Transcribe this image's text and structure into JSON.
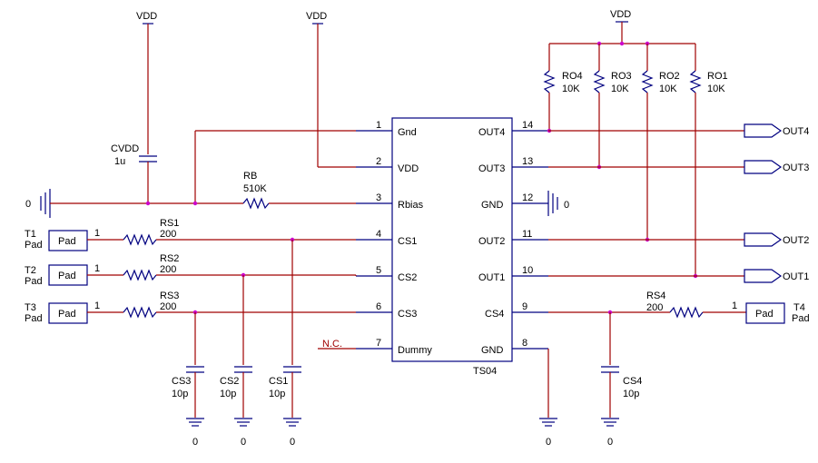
{
  "power": {
    "vdd1": "VDD",
    "vdd2": "VDD",
    "vdd3": "VDD"
  },
  "ic": {
    "name": "TS04",
    "left_pins": [
      {
        "num": "1",
        "label": "Gnd"
      },
      {
        "num": "2",
        "label": "VDD"
      },
      {
        "num": "3",
        "label": "Rbias"
      },
      {
        "num": "4",
        "label": "CS1"
      },
      {
        "num": "5",
        "label": "CS2"
      },
      {
        "num": "6",
        "label": "CS3"
      },
      {
        "num": "7",
        "label": "Dummy"
      }
    ],
    "right_pins": [
      {
        "num": "14",
        "label": "OUT4"
      },
      {
        "num": "13",
        "label": "OUT3"
      },
      {
        "num": "12",
        "label": "GND"
      },
      {
        "num": "11",
        "label": "OUT2"
      },
      {
        "num": "10",
        "label": "OUT1"
      },
      {
        "num": "9",
        "label": "CS4"
      },
      {
        "num": "8",
        "label": "GND"
      }
    ]
  },
  "components": {
    "cvdd": {
      "name": "CVDD",
      "value": "1u"
    },
    "rb": {
      "name": "RB",
      "value": "510K"
    },
    "rs1": {
      "name": "RS1",
      "value": "200"
    },
    "rs2": {
      "name": "RS2",
      "value": "200"
    },
    "rs3": {
      "name": "RS3",
      "value": "200"
    },
    "rs4": {
      "name": "RS4",
      "value": "200"
    },
    "cs1": {
      "name": "CS1",
      "value": "10p"
    },
    "cs2": {
      "name": "CS2",
      "value": "10p"
    },
    "cs3": {
      "name": "CS3",
      "value": "10p"
    },
    "cs4": {
      "name": "CS4",
      "value": "10p"
    },
    "ro1": {
      "name": "RO1",
      "value": "10K"
    },
    "ro2": {
      "name": "RO2",
      "value": "10K"
    },
    "ro3": {
      "name": "RO3",
      "value": "10K"
    },
    "ro4": {
      "name": "RO4",
      "value": "10K"
    }
  },
  "pads": {
    "t1": {
      "name": "T1",
      "sub": "Pad",
      "box": "Pad",
      "pin": "1"
    },
    "t2": {
      "name": "T2",
      "sub": "Pad",
      "box": "Pad",
      "pin": "1"
    },
    "t3": {
      "name": "T3",
      "sub": "Pad",
      "box": "Pad",
      "pin": "1"
    },
    "t4": {
      "name": "T4",
      "sub": "Pad",
      "box": "Pad",
      "pin": "1"
    }
  },
  "outputs": {
    "out4": "OUT4",
    "out3": "OUT3",
    "out2": "OUT2",
    "out1": "OUT1"
  },
  "labels": {
    "nc": "N.C.",
    "gnd_left": "0",
    "gnd_right": "0",
    "gnd_cs3": "0",
    "gnd_cs2": "0",
    "gnd_cs1": "0",
    "gnd_pin8": "0",
    "gnd_cs4": "0"
  }
}
